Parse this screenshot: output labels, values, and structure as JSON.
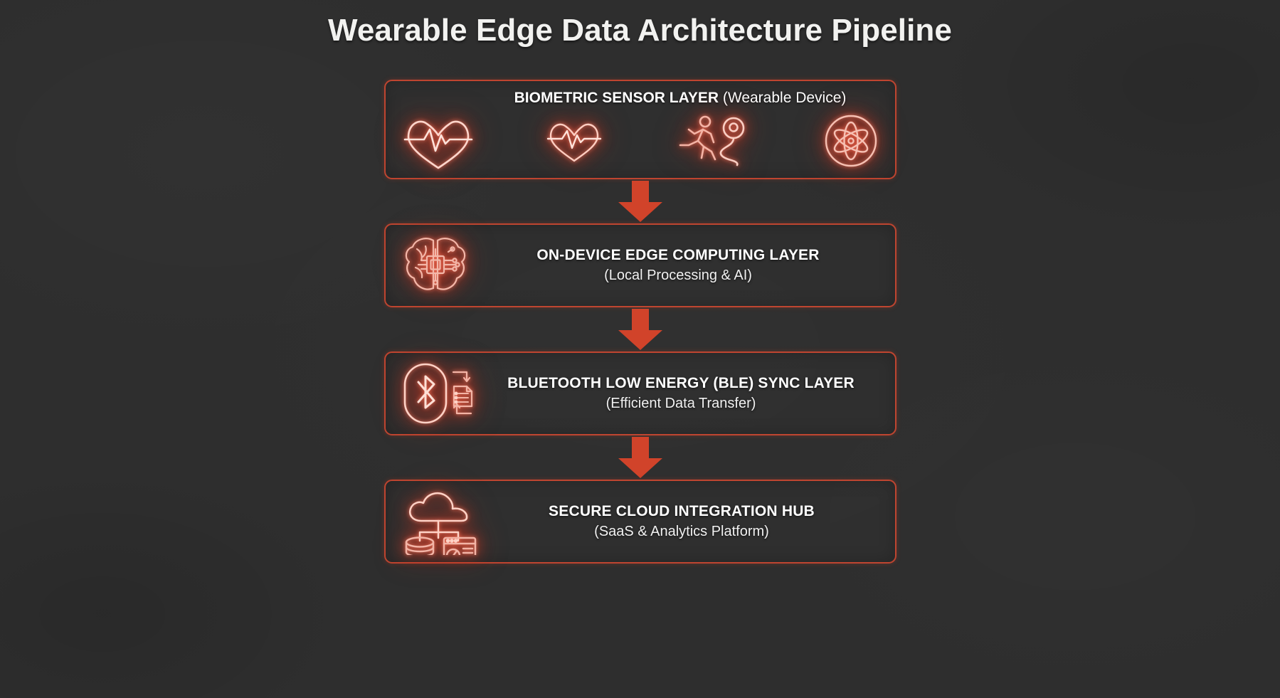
{
  "page": {
    "title": "Wearable Edge Data Architecture Pipeline",
    "background_color": "#2e2e2e",
    "accent_color": "#bf4530",
    "arrow_color": "#d1432a",
    "neon_glow_color": "#ff785f"
  },
  "diagram": {
    "type": "vertical-flow-pipeline",
    "direction": "top-to-bottom",
    "layers": [
      {
        "id": "biometric-sensor-layer",
        "title": "BIOMETRIC SENSOR LAYER",
        "subtitle_inline": " (Wearable Device)",
        "subtitle": "",
        "icons": [
          "heart-pulse-icon",
          "heartbeat-small-icon",
          "running-person-location-icon",
          "atom-circle-icon"
        ]
      },
      {
        "id": "on-device-edge-computing-layer",
        "title": "ON-DEVICE EDGE COMPUTING LAYER",
        "subtitle_inline": "",
        "subtitle": "(Local Processing & AI)",
        "icons": [
          "ai-brain-chip-icon"
        ]
      },
      {
        "id": "ble-sync-layer",
        "title": "BLUETOOTH LOW ENERGY (BLE) SYNC LAYER",
        "subtitle_inline": "",
        "subtitle": "(Efficient Data Transfer)",
        "icons": [
          "bluetooth-sync-document-icon"
        ]
      },
      {
        "id": "secure-cloud-integration-hub",
        "title": "SECURE CLOUD INTEGRATION HUB",
        "subtitle_inline": "",
        "subtitle": "(SaaS & Analytics Platform)",
        "icons": [
          "cloud-database-dashboard-icon"
        ]
      }
    ],
    "connectors": [
      {
        "id": "arrow-1",
        "from": "biometric-sensor-layer",
        "to": "on-device-edge-computing-layer",
        "glyph": "down-arrow-icon"
      },
      {
        "id": "arrow-2",
        "from": "on-device-edge-computing-layer",
        "to": "ble-sync-layer",
        "glyph": "down-arrow-icon"
      },
      {
        "id": "arrow-3",
        "from": "ble-sync-layer",
        "to": "secure-cloud-integration-hub",
        "glyph": "down-arrow-icon"
      }
    ]
  }
}
